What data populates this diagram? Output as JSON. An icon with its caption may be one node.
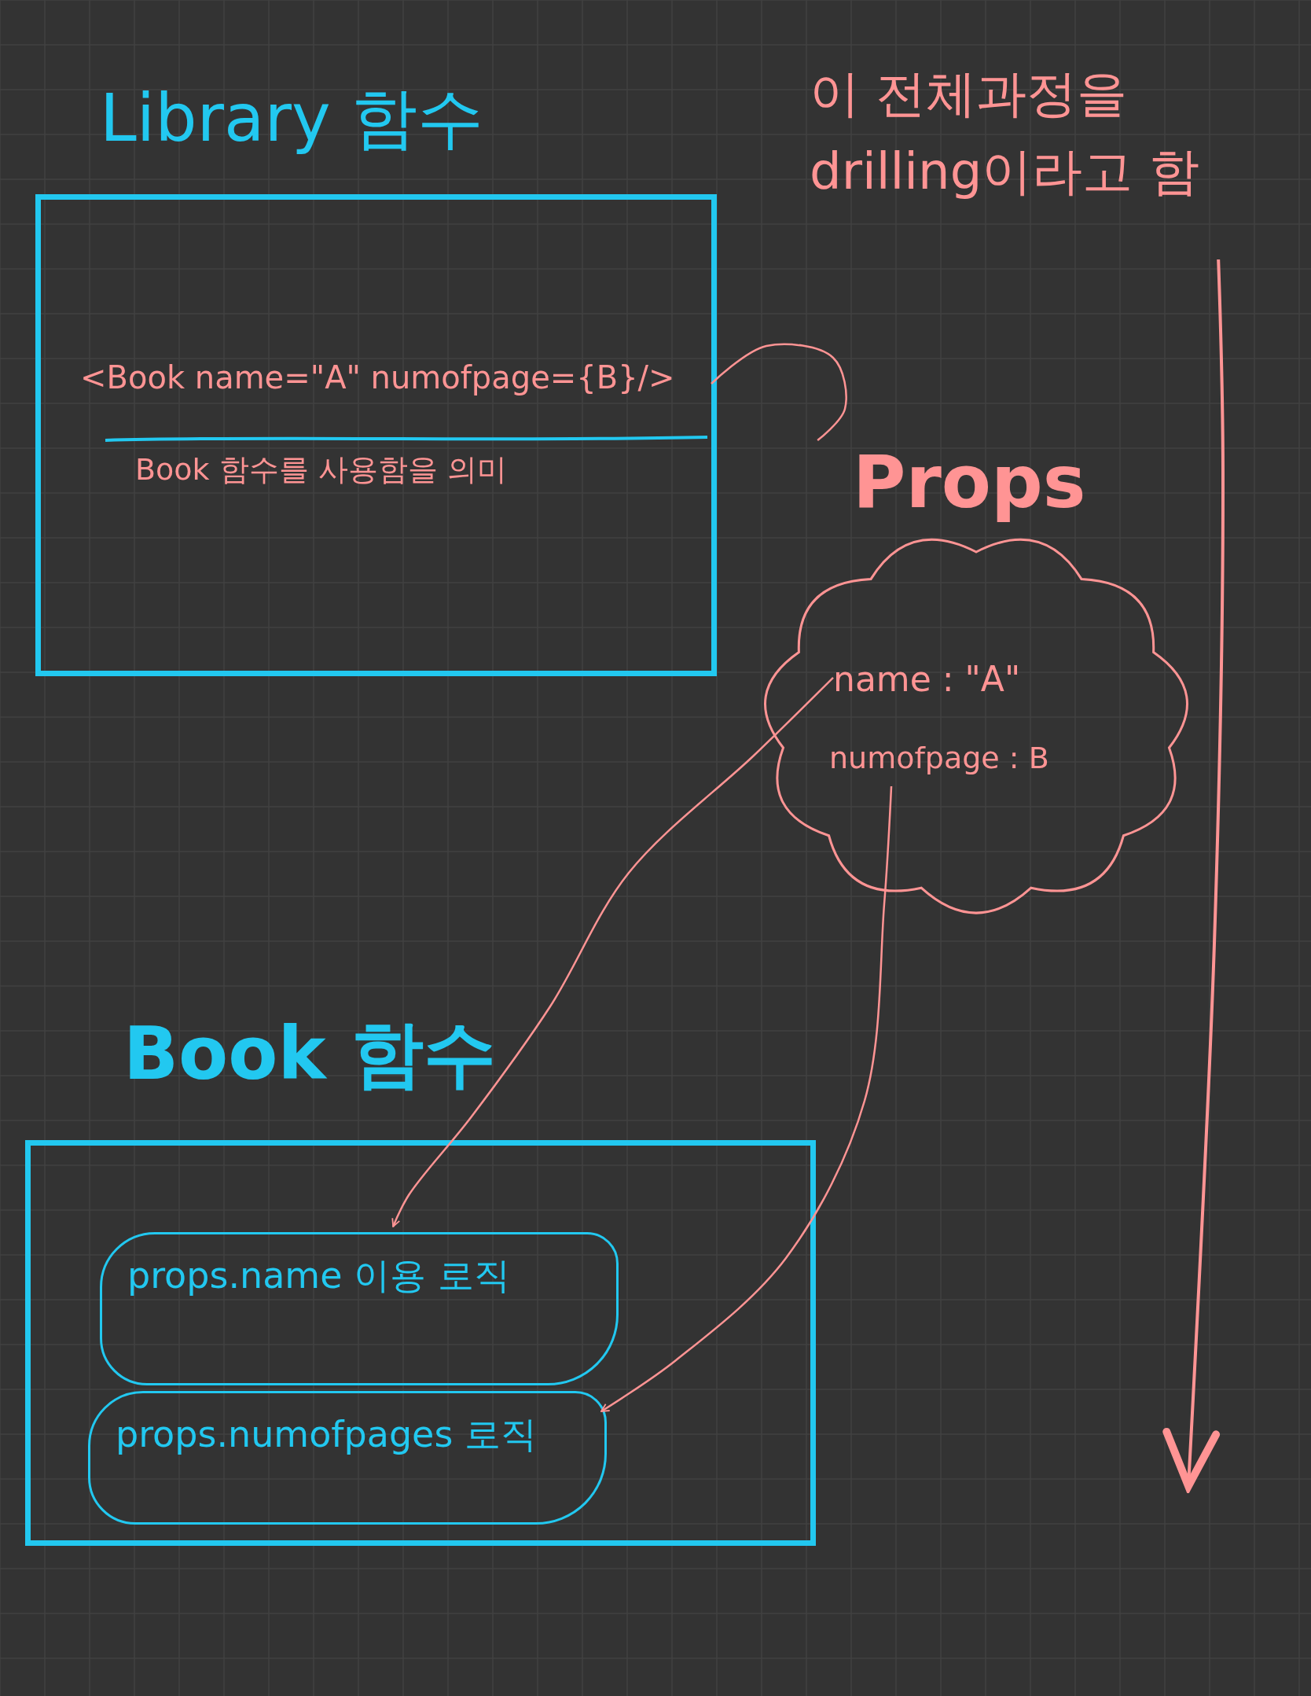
{
  "diagram": {
    "nodes": [
      {
        "text": [
          "Library 함수"
        ]
      },
      {
        "text": [
          "<Book name=\"A\" numofpage={B}/>",
          "Book 함수를 사용함을 의미"
        ],
        "in": 0
      },
      {
        "text": [
          "Props"
        ]
      },
      {
        "text": [
          "name : \"A\""
        ],
        "in": 2
      },
      {
        "text": [
          "numofpage : B"
        ],
        "in": 2
      },
      {
        "text": [
          "Book 함수"
        ]
      },
      {
        "text": [
          "props.name 이용 로직"
        ],
        "in": 5
      },
      {
        "text": [
          "props.numofpages 로직"
        ],
        "in": 5
      },
      {
        "text": [
          "이 전체과정을 drilling이라고 함"
        ]
      }
    ],
    "edges": [
      {
        "from": 1,
        "to": 2,
        "arrow": "none"
      },
      {
        "from": 3,
        "to": 6,
        "arrow": "to"
      },
      {
        "from": 4,
        "to": 7,
        "arrow": "to"
      },
      {
        "from": 8,
        "to": null,
        "arrow": "to"
      }
    ]
  }
}
